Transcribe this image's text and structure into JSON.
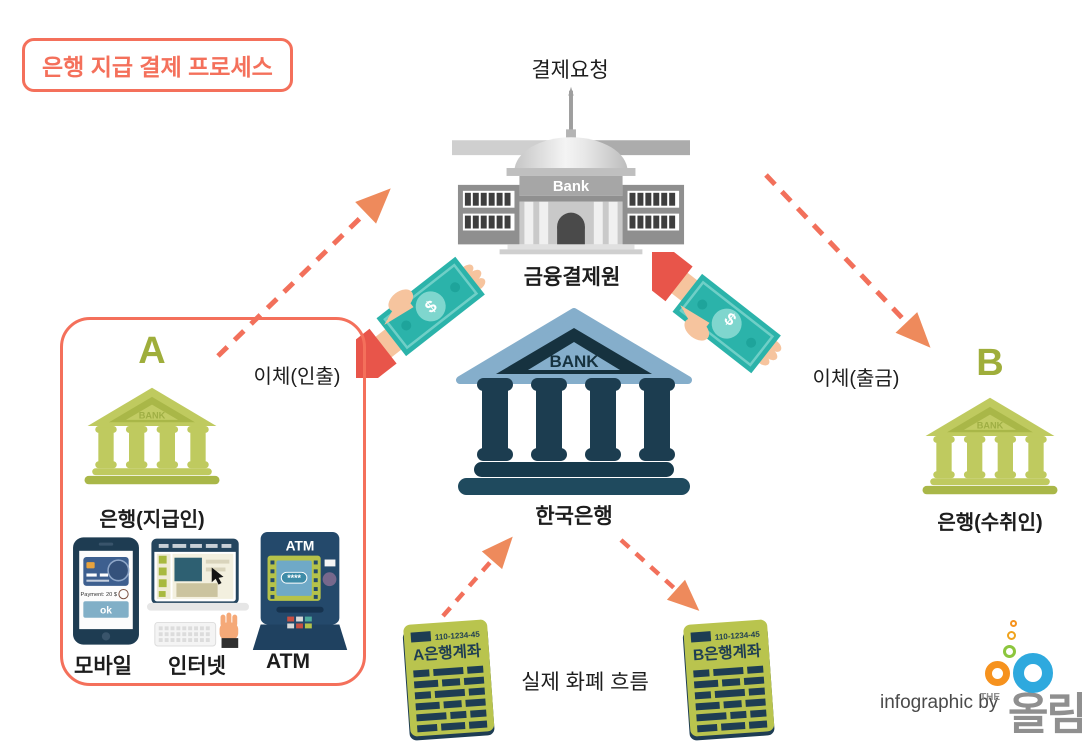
{
  "title": {
    "label": "은행 지급 결제 프로세스"
  },
  "kftc": {
    "request_label": "결제요청",
    "sign": "Bank",
    "name": "금융결제원"
  },
  "bok": {
    "sign": "BANK",
    "name": "한국은행"
  },
  "bank_a": {
    "letter": "A",
    "sign": "BANK",
    "name": "은행(지급인)"
  },
  "bank_b": {
    "letter": "B",
    "sign": "BANK",
    "name": "은행(수취인)"
  },
  "flows": {
    "withdrawal": "이체(인출)",
    "deposit": "이체(출금)",
    "real_flow": "실제 화폐 흐름"
  },
  "channels": {
    "mobile": "모바일",
    "internet": "인터넷",
    "atm": "ATM"
  },
  "phone": {
    "payment": "Payment: 20 $",
    "ok": "ok"
  },
  "atm": {
    "sign": "ATM",
    "pin": "****"
  },
  "money": {
    "symbol": "$"
  },
  "docs": {
    "a_account": "110-1234-45",
    "b_account": "110-1234-45",
    "a_title": "A은행계좌",
    "b_title": "B은행계좌"
  },
  "credit": {
    "byline": "infographic by",
    "logo_the": "THE",
    "logo_name": "올림"
  },
  "colors": {
    "accent_coral": "#f2705b",
    "arrowhead_orange": "#ee8a5c",
    "lime": "#bfca5f",
    "lime_dark": "#a9b748",
    "navy": "#1c3d50",
    "light_blue": "#85aecb",
    "teal_money": "#2bb3aa",
    "doc_navy": "#1e3d53",
    "gray_building": "#8f8f8f"
  }
}
